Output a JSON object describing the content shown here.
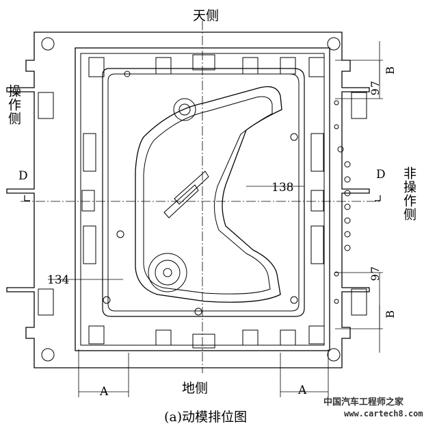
{
  "sides": {
    "top": "天侧",
    "bottom": "地侧",
    "left": "操作侧",
    "right": "非操作侧"
  },
  "section_marks": {
    "left": "D",
    "right": "D"
  },
  "dimensions": {
    "right_offset": "138",
    "left_offset": "134",
    "upper_right": "97",
    "lower_right": "97",
    "b_upper": "B",
    "b_lower": "B",
    "a_left": "A",
    "a_right": "A"
  },
  "caption": "(a)动模排位图",
  "watermark": {
    "line1": "中国汽车工程师之家",
    "line2": "www.cartech8.com"
  }
}
